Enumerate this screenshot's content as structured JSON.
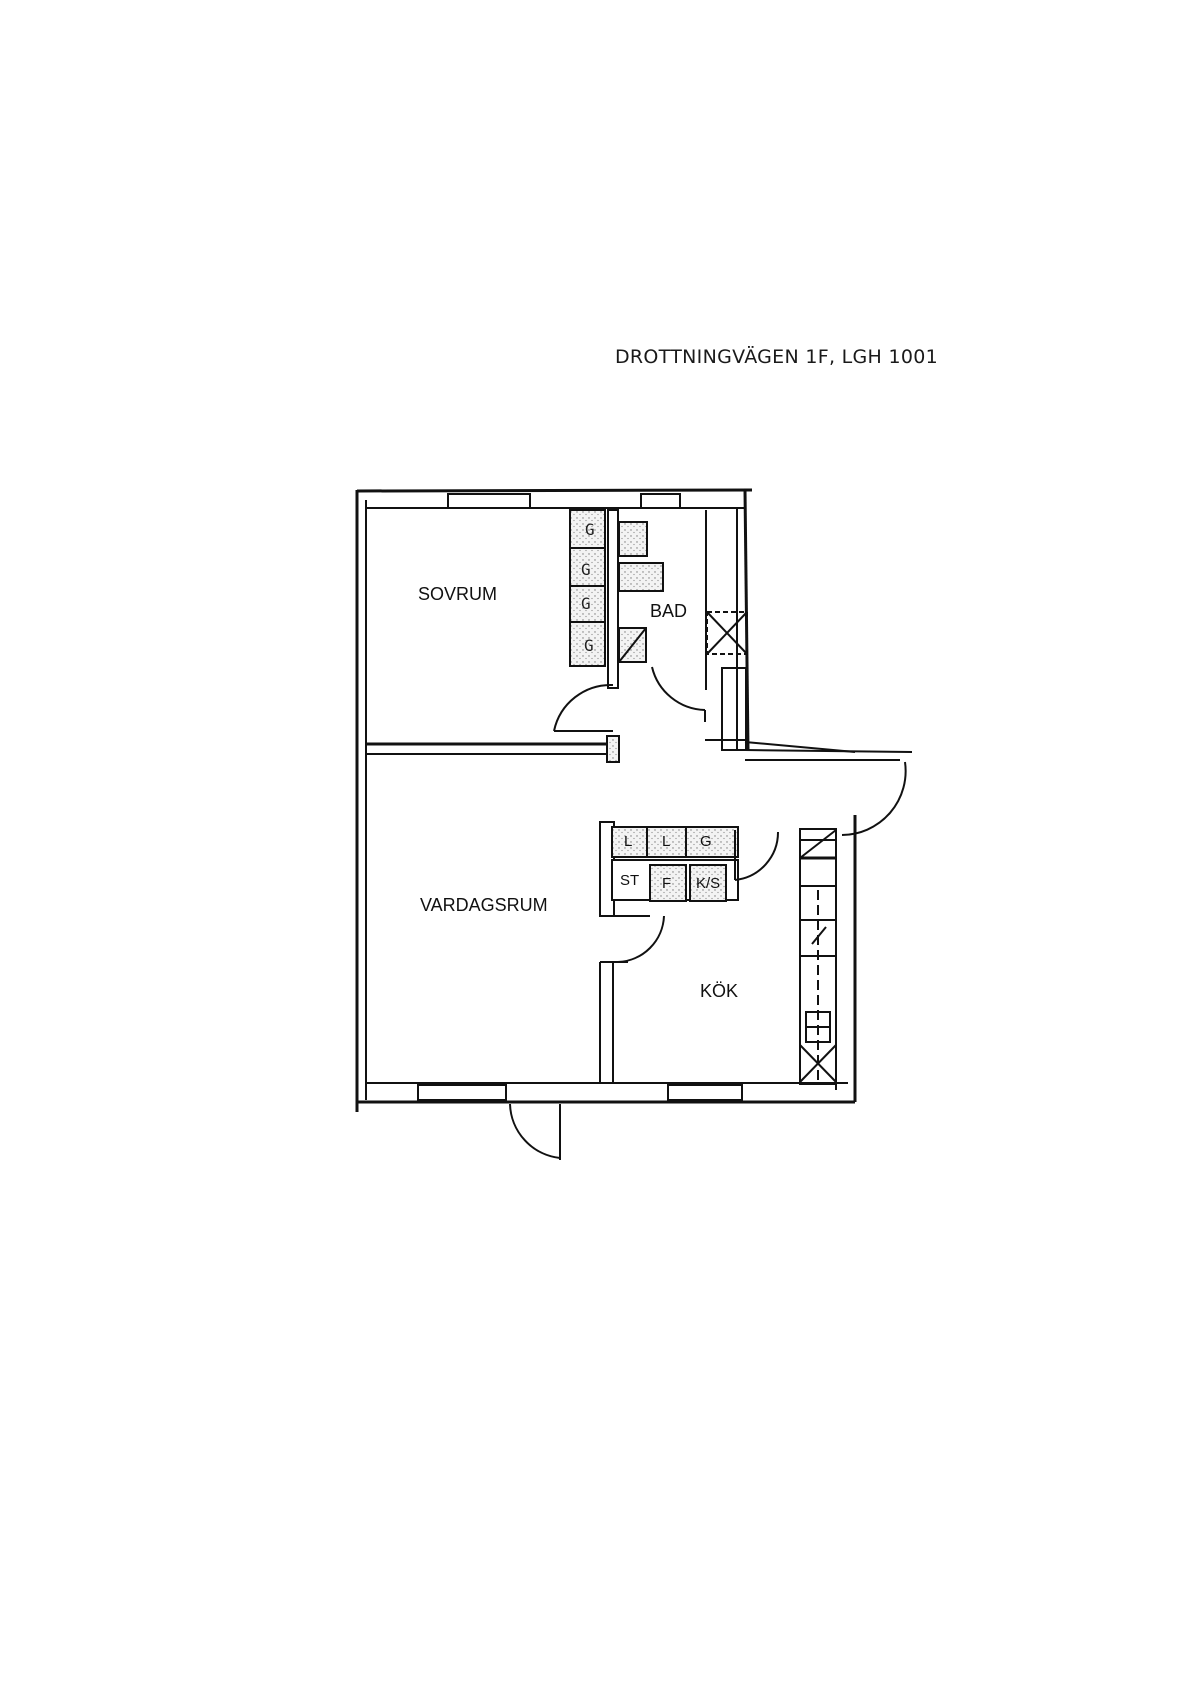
{
  "title": "DROTTNINGVÄGEN 1F, LGH 1001",
  "rooms": {
    "sovrum": "SOVRUM",
    "bad": "BAD",
    "vardagsrum": "VARDAGSRUM",
    "kok": "KÖK"
  },
  "fixtures": {
    "wardrobes": [
      "G",
      "G",
      "G",
      "G"
    ],
    "kitchen_upper": [
      "L",
      "L",
      "G"
    ],
    "kitchen_lower": [
      "ST",
      "F",
      "K/S"
    ]
  },
  "colors": {
    "line": "#111111",
    "hatch": "#d9d9d9",
    "background": "#ffffff"
  }
}
